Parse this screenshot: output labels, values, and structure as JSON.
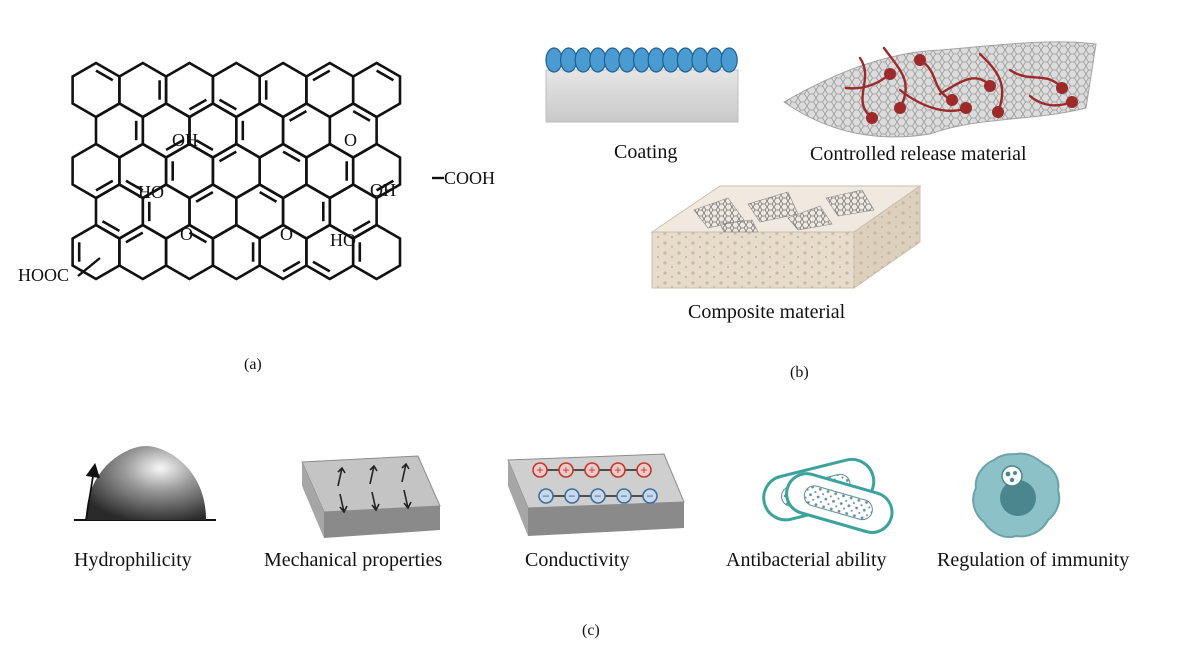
{
  "panels": {
    "a": "(a)",
    "b": "(b)",
    "c": "(c)"
  },
  "molecule": {
    "groups": [
      "OH",
      "O",
      "HO",
      "OH",
      "COOH",
      "O",
      "O",
      "HO",
      "HOOC"
    ]
  },
  "applications": {
    "coating": "Coating",
    "controlled_release": "Controlled release material",
    "composite": "Composite material"
  },
  "properties": {
    "hydrophilicity": "Hydrophilicity",
    "mechanical": "Mechanical properties",
    "conductivity": "Conductivity",
    "antibacterial": "Antibacterial ability",
    "immunity": "Regulation of immunity"
  },
  "conductivity_charges": {
    "positive": "+",
    "negative": "−"
  }
}
